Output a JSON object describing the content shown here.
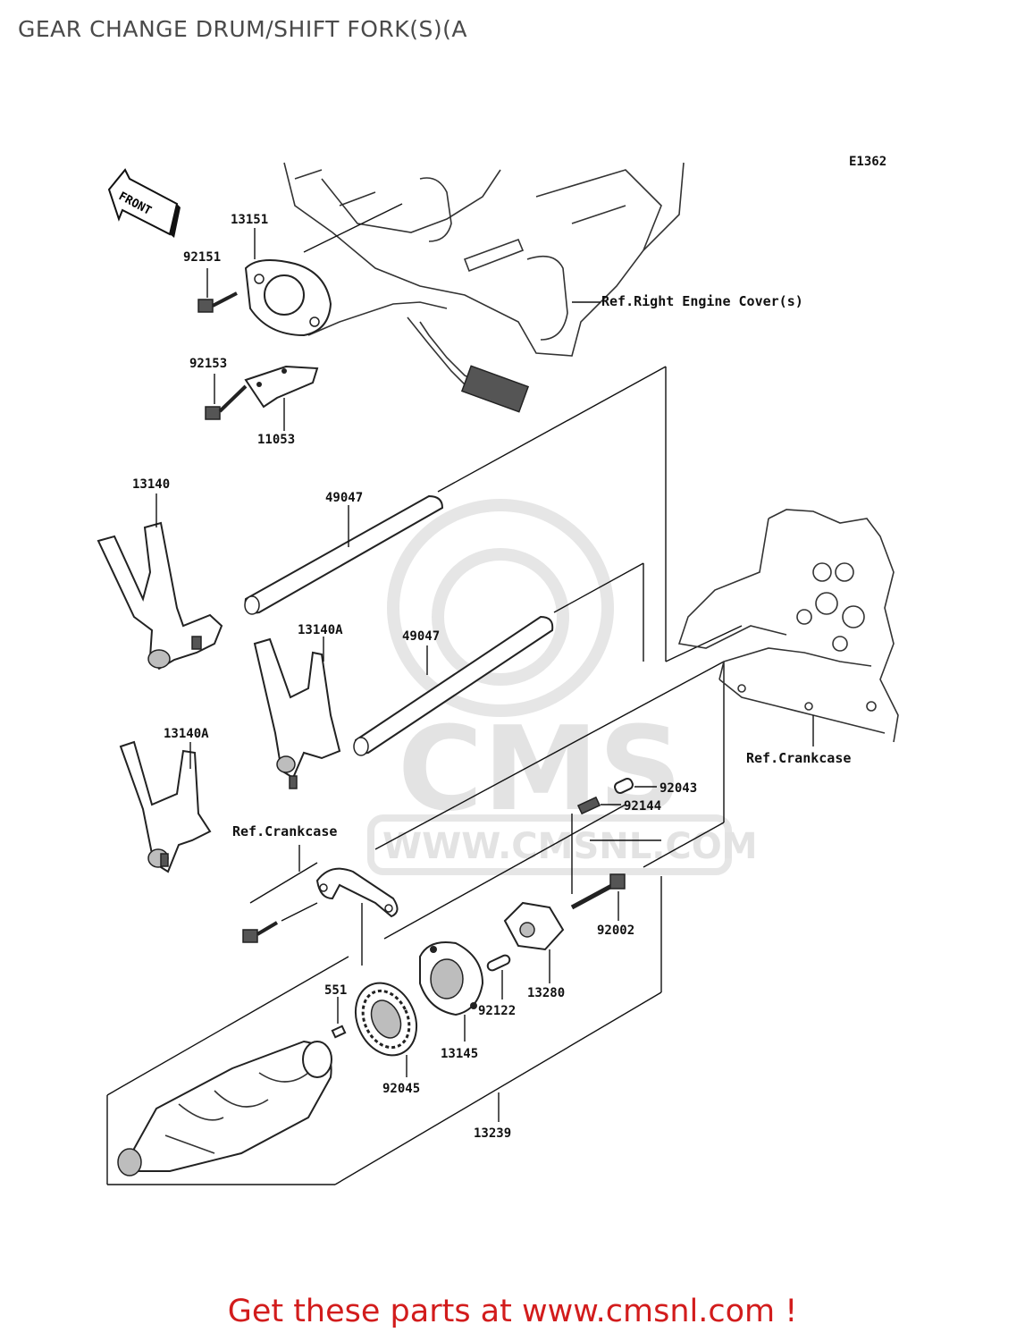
{
  "title": "GEAR CHANGE DRUM/SHIFT FORK(S)(A",
  "diagram_code": "E1362",
  "front_arrow_label": "FRONT",
  "watermark": {
    "brand": "CMS",
    "url": "WWW.CMSNL.COM"
  },
  "refs": {
    "right_engine_cover": "Ref.Right Engine Cover(s)",
    "crankcase_right": "Ref.Crankcase",
    "crankcase_left": "Ref.Crankcase"
  },
  "parts": [
    {
      "id": "p13151",
      "number": "13151"
    },
    {
      "id": "p92151",
      "number": "92151"
    },
    {
      "id": "p92153",
      "number": "92153"
    },
    {
      "id": "p11053",
      "number": "11053"
    },
    {
      "id": "p13140",
      "number": "13140"
    },
    {
      "id": "p49047a",
      "number": "49047"
    },
    {
      "id": "p13140A_1",
      "number": "13140A"
    },
    {
      "id": "p49047b",
      "number": "49047"
    },
    {
      "id": "p13140A_2",
      "number": "13140A"
    },
    {
      "id": "p92043",
      "number": "92043"
    },
    {
      "id": "p92144",
      "number": "92144"
    },
    {
      "id": "p92002",
      "number": "92002"
    },
    {
      "id": "p551",
      "number": "551"
    },
    {
      "id": "p13280",
      "number": "13280"
    },
    {
      "id": "p92122",
      "number": "92122"
    },
    {
      "id": "p13145",
      "number": "13145"
    },
    {
      "id": "p92045",
      "number": "92045"
    },
    {
      "id": "p13239",
      "number": "13239"
    }
  ],
  "footer": "Get these parts at www.cmsnl.com !",
  "colors": {
    "footer": "#d21c1c",
    "title": "#4a4a4a",
    "watermark": "#e3e3e3"
  }
}
